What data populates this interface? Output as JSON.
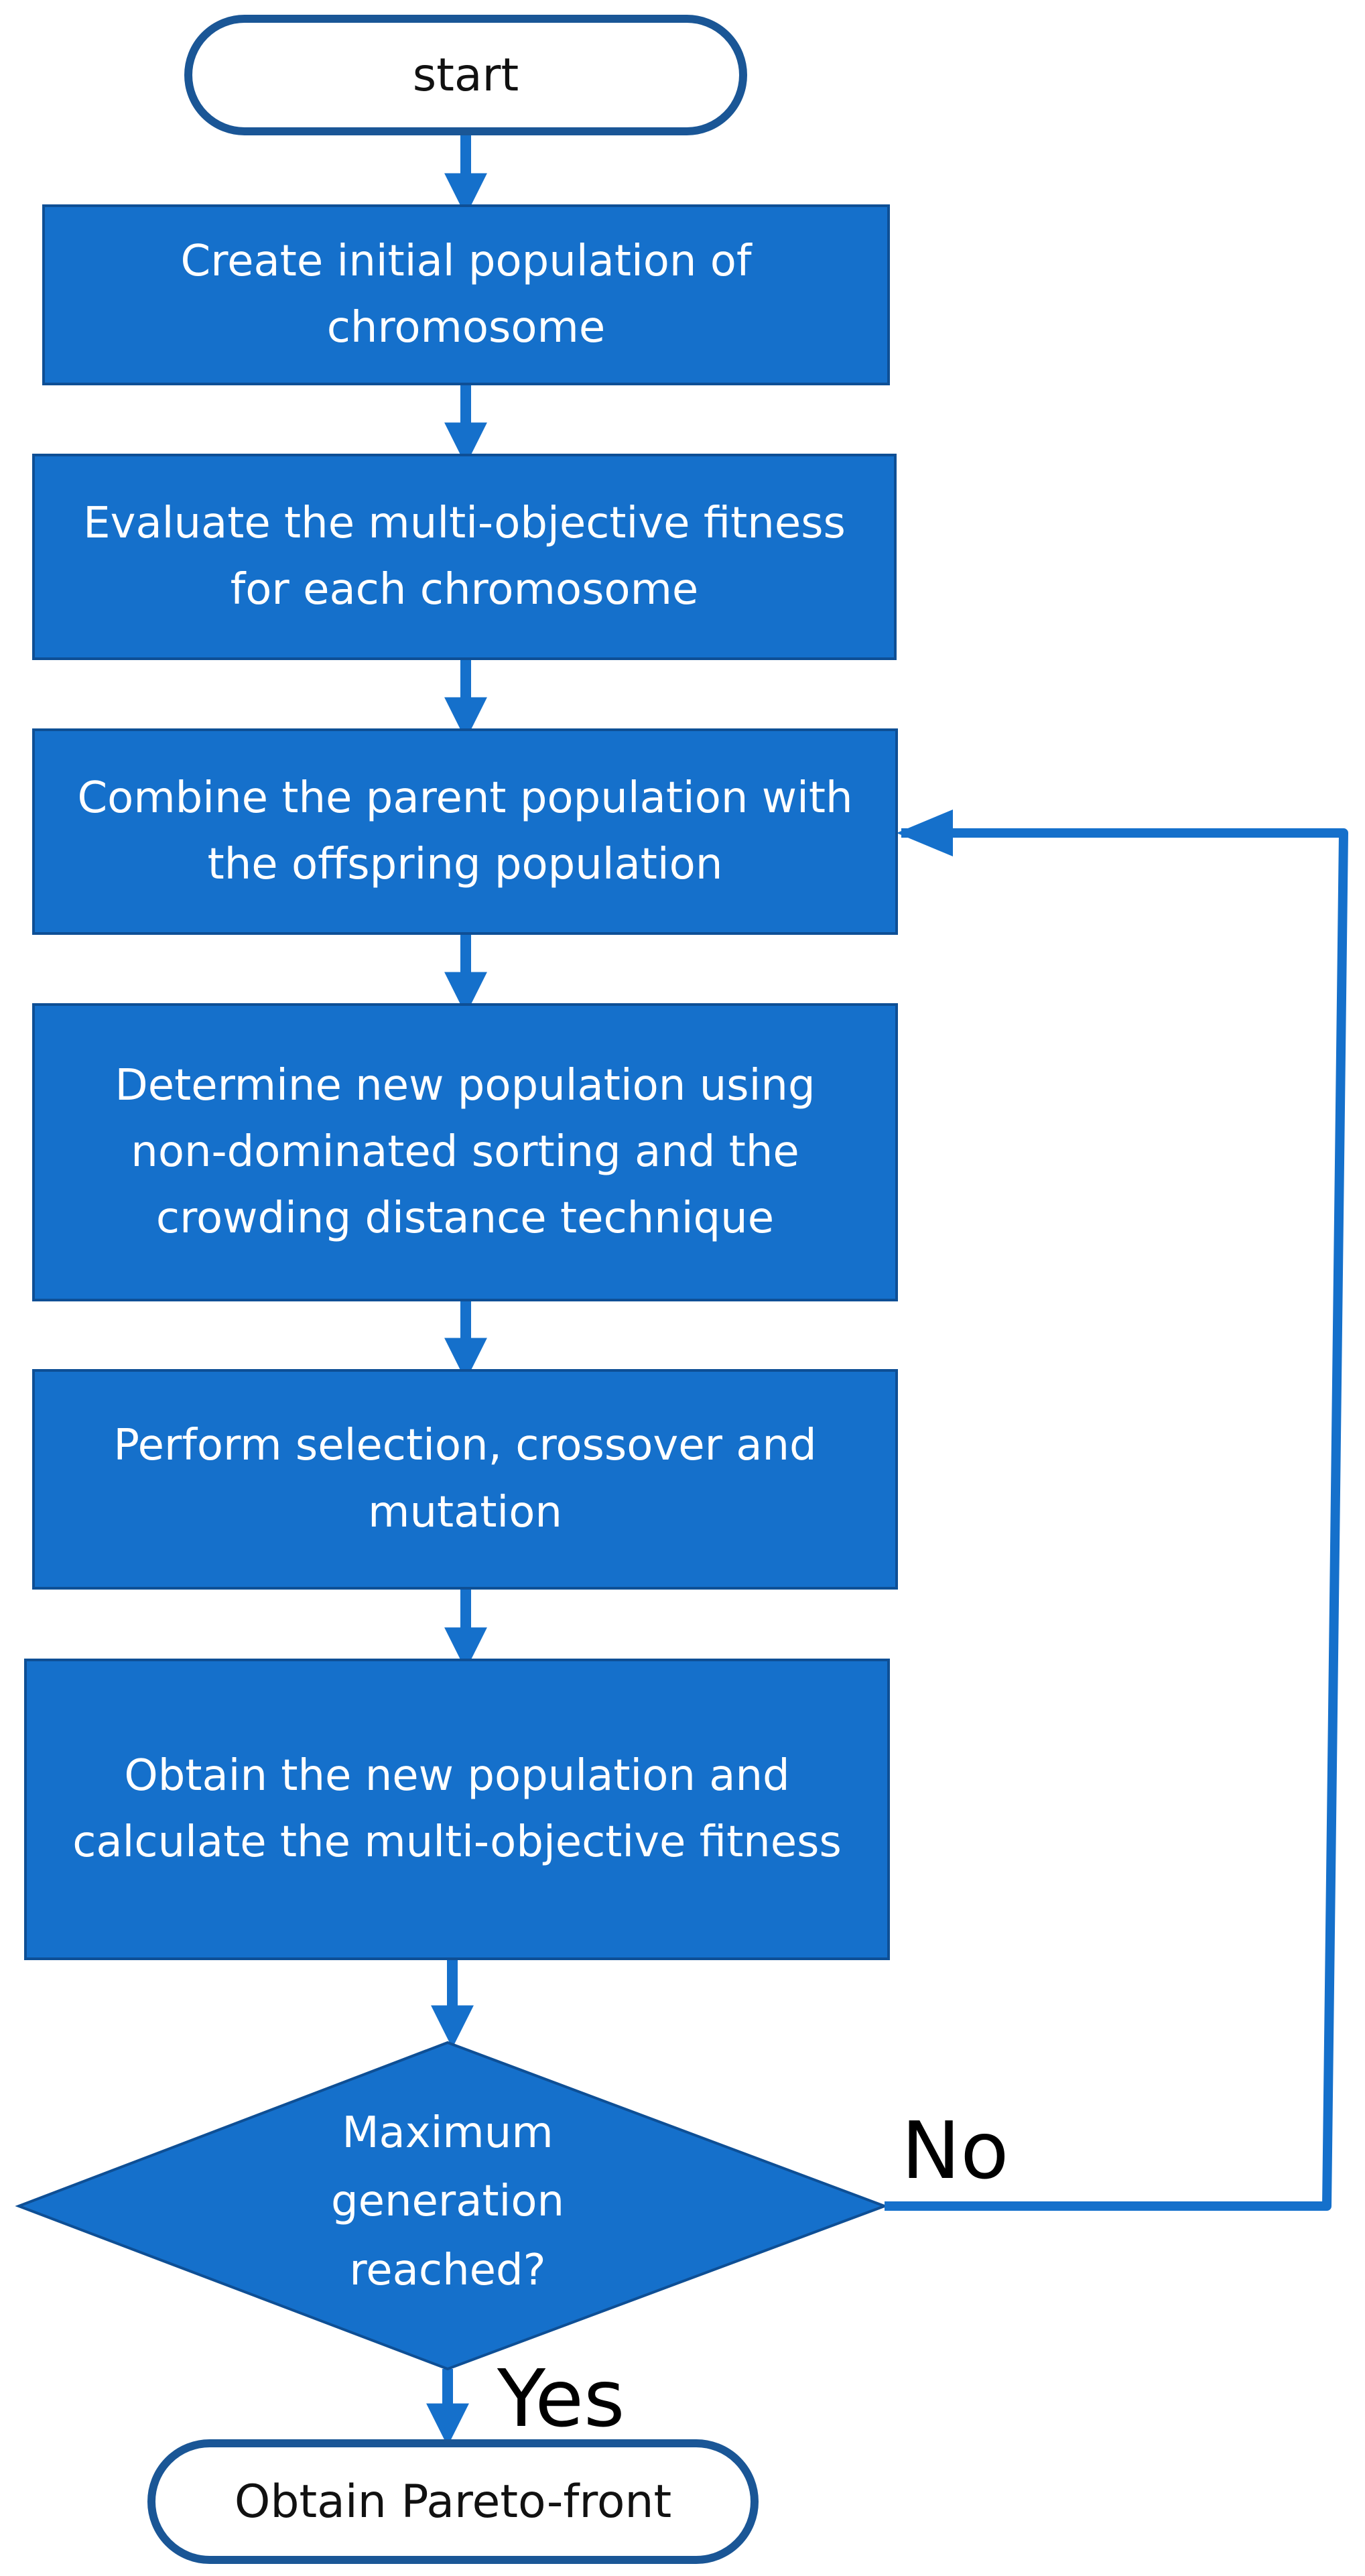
{
  "colors": {
    "fill": "#1570CB",
    "border": "#0E4F95",
    "arrow": "#1570CB",
    "terminal_border": "#1A5696",
    "text_on_fill": "#ffffff"
  },
  "nodes": {
    "start": "start",
    "create": "Create initial population of\nchromosome",
    "evaluate": "Evaluate the multi-objective fitness\nfor each chromosome",
    "combine": "Combine the parent population with\nthe offspring population",
    "determine": "Determine new population using\nnon-dominated sorting and the\ncrowding distance technique",
    "perform": "Perform selection, crossover and\nmutation",
    "obtain_new": "Obtain the new population and\ncalculate the multi-objective fitness",
    "decision": "Maximum\ngeneration\nreached?",
    "end": "Obtain Pareto-front"
  },
  "edges": {
    "no_label": "No",
    "yes_label": "Yes"
  }
}
